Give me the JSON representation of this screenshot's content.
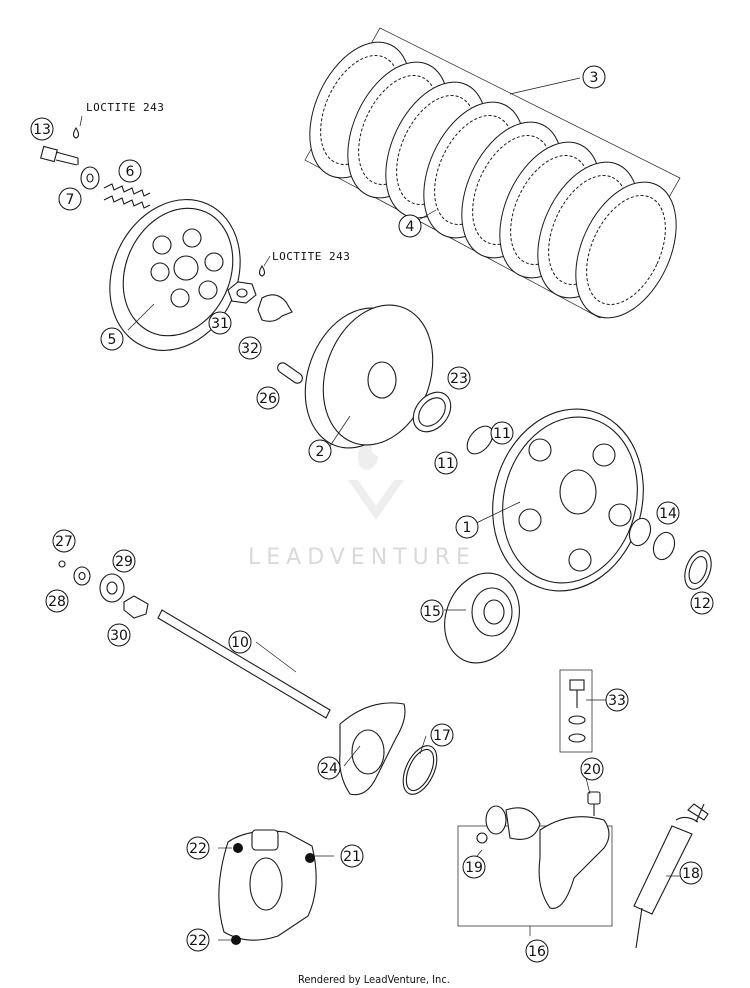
{
  "notes": {
    "loctite_upper": "LOCTITE 243",
    "loctite_lower": "LOCTITE 243"
  },
  "callouts": [
    "1",
    "2",
    "3",
    "4",
    "5",
    "6",
    "7",
    "10",
    "11",
    "11",
    "12",
    "13",
    "14",
    "15",
    "16",
    "17",
    "18",
    "19",
    "20",
    "21",
    "22",
    "22",
    "23",
    "24",
    "26",
    "27",
    "28",
    "29",
    "30",
    "31",
    "32",
    "33"
  ],
  "watermark": "LEADVENTURE",
  "footer": "Rendered by LeadVenture, Inc."
}
